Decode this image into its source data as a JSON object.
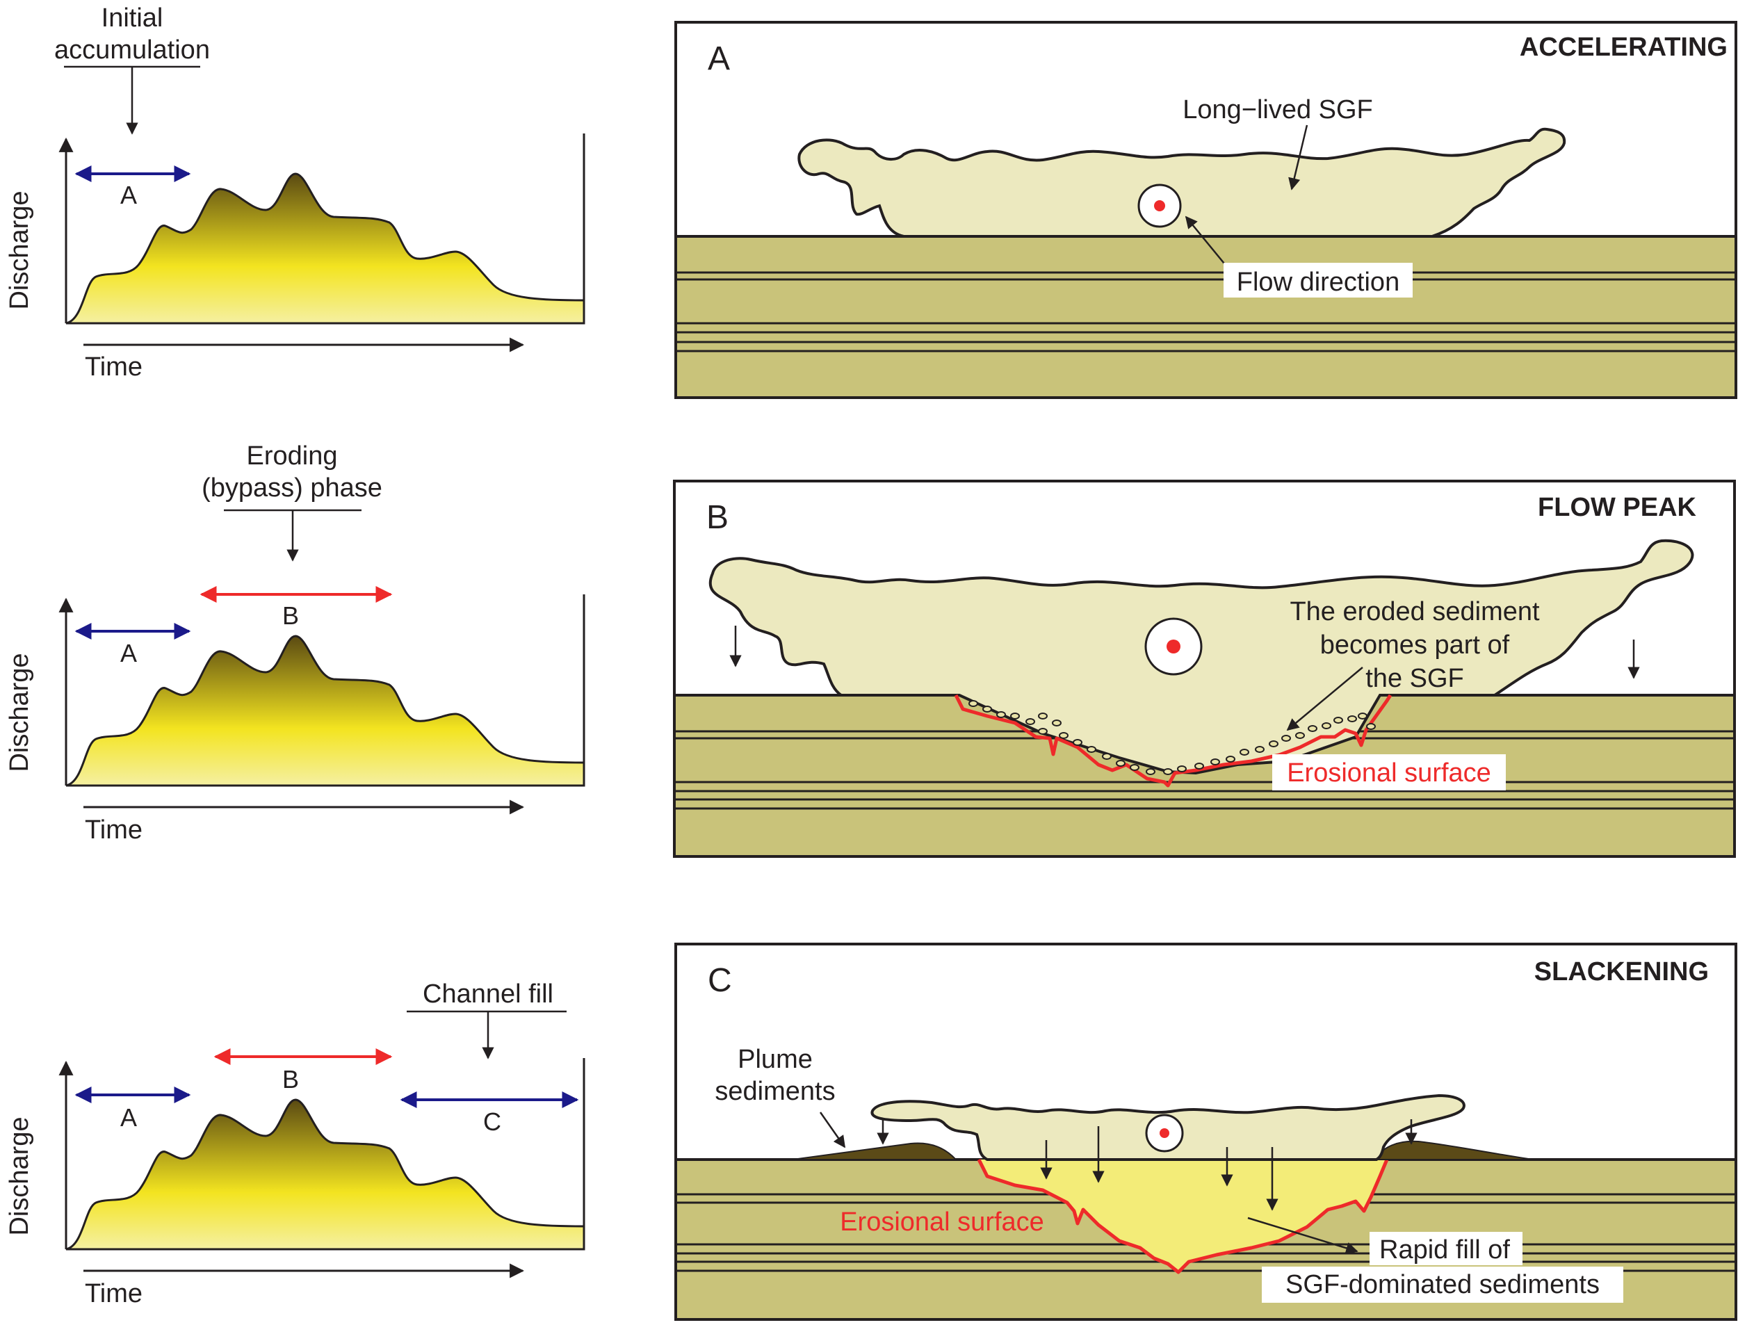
{
  "colors": {
    "sediment": "#c9c37a",
    "flow": "#ece9bf",
    "fill_yellow": "#f3ec78",
    "plume": "#5b4a17",
    "erosion_red": "#ee2a2a",
    "arrow_blue": "#1b1a8a",
    "arrow_red": "#ee2a2a",
    "outline": "#231f20"
  },
  "graph_labels": {
    "y_axis": "Discharge",
    "x_axis": "Time"
  },
  "phases": {
    "a": "A",
    "b": "B",
    "c": "C"
  },
  "rows": [
    {
      "annotation_lines": [
        "Initial",
        "accumulation"
      ]
    },
    {
      "annotation_lines": [
        "Eroding",
        "(bypass) phase"
      ]
    },
    {
      "annotation_lines": [
        "Channel  fill"
      ]
    }
  ],
  "panels": [
    {
      "letter": "A",
      "title": "ACCELERATING",
      "labels": {
        "sgf": "Long−lived  SGF",
        "flow_direction": "Flow direction"
      }
    },
    {
      "letter": "B",
      "title": "FLOW PEAK",
      "labels": {
        "eroded": [
          "The eroded sediment",
          "becomes part of",
          "the SGF"
        ],
        "erosional_surface": "Erosional surface"
      }
    },
    {
      "letter": "C",
      "title": "SLACKENING",
      "labels": {
        "plume": [
          "Plume",
          "sediments"
        ],
        "erosional_surface": "Erosional surface",
        "rapid_fill": [
          "Rapid fill of",
          "SGF-dominated sediments"
        ]
      }
    }
  ]
}
